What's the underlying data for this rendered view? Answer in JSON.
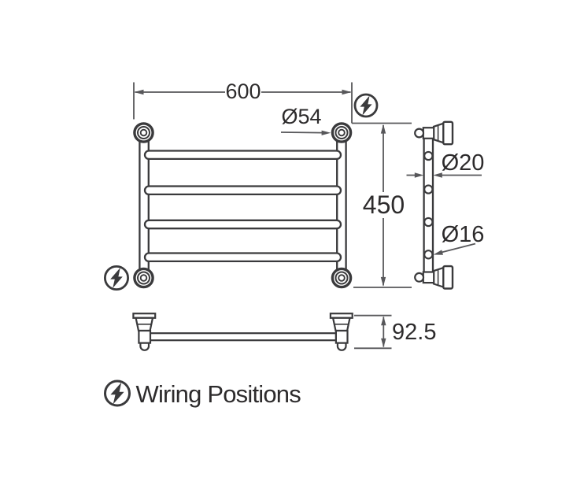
{
  "drawing": {
    "type": "technical-dimension-drawing",
    "views": {
      "front": {
        "width_label": "600",
        "height_label": "450",
        "flange_diameter_label": "Ø54",
        "bar_count": 4
      },
      "side": {
        "post_diameter_label": "Ø20",
        "bar_diameter_label": "Ø16"
      },
      "plan": {
        "projection_label": "92.5"
      }
    },
    "legend": {
      "icon": "lightning-circle-icon",
      "label": "Wiring Positions"
    },
    "wiring_symbol_positions": [
      "top-right-of-front-view",
      "bottom-left-of-front-view"
    ],
    "colors": {
      "object_line": "#3a3a3c",
      "dimension_line": "#57575a",
      "text": "#2d2b2c",
      "background": "#ffffff"
    }
  }
}
